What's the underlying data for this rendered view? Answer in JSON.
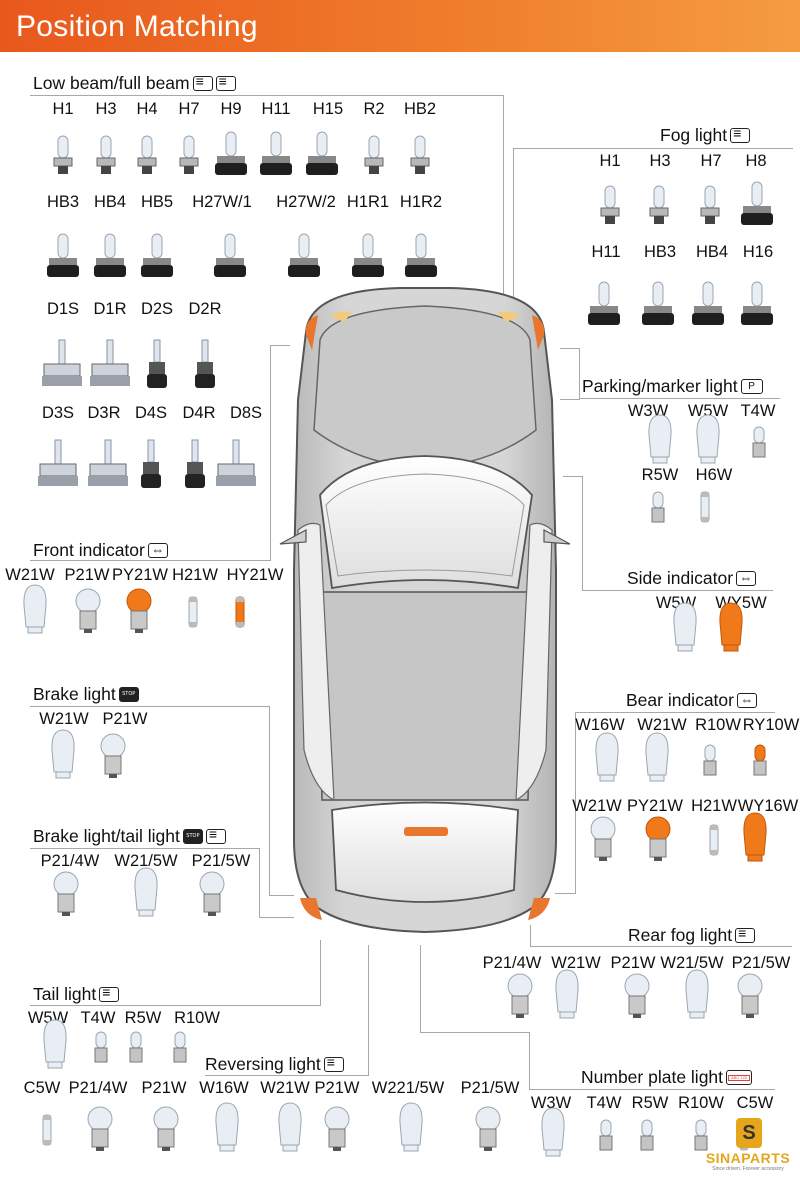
{
  "header": {
    "title": "Position Matching"
  },
  "sections": {
    "low_beam": {
      "title": "Low beam/full beam",
      "row1": [
        "H1",
        "H3",
        "H4",
        "H7",
        "H9",
        "H11",
        "H15",
        "R2",
        "HB2"
      ],
      "row2": [
        "HB3",
        "HB4",
        "HB5",
        "H27W/1",
        "H27W/2",
        "H1R1",
        "H1R2"
      ],
      "row3": [
        "D1S",
        "D1R",
        "D2S",
        "D2R"
      ],
      "row4": [
        "D3S",
        "D3R",
        "D4S",
        "D4R",
        "D8S"
      ]
    },
    "fog": {
      "title": "Fog light",
      "row1": [
        "H1",
        "H3",
        "H7",
        "H8"
      ],
      "row2": [
        "H11",
        "HB3",
        "HB4",
        "H16"
      ]
    },
    "parking": {
      "title": "Parking/marker light",
      "row1": [
        "W3W",
        "W5W",
        "T4W"
      ],
      "row2": [
        "R5W",
        "H6W"
      ]
    },
    "front_ind": {
      "title": "Front indicator",
      "row1": [
        "W21W",
        "P21W",
        "PY21W",
        "H21W",
        "HY21W"
      ]
    },
    "side_ind": {
      "title": "Side indicator",
      "row1": [
        "W5W",
        "WY5W"
      ]
    },
    "brake": {
      "title": "Brake light",
      "row1": [
        "W21W",
        "P21W"
      ]
    },
    "bear_ind": {
      "title": "Bear indicator",
      "row1": [
        "W16W",
        "W21W",
        "R10W",
        "RY10W"
      ],
      "row2": [
        "W21W",
        "PY21W",
        "H21W",
        "WY16W"
      ]
    },
    "brake_tail": {
      "title": "Brake light/tail light",
      "row1": [
        "P21/4W",
        "W21/5W",
        "P21/5W"
      ]
    },
    "rear_fog": {
      "title": "Rear fog light",
      "row1": [
        "P21/4W",
        "W21W",
        "P21W",
        "W21/5W",
        "P21/5W"
      ]
    },
    "tail": {
      "title": "Tail light",
      "row1": [
        "W5W",
        "T4W",
        "R5W",
        "R10W"
      ],
      "row2": [
        "C5W",
        "P21/4W",
        "P21W"
      ]
    },
    "reversing": {
      "title": "Reversing light",
      "row1": [
        "W16W",
        "W21W",
        "P21W",
        "W221/5W",
        "P21/5W"
      ]
    },
    "plate": {
      "title": "Number plate light",
      "row1": [
        "W3W",
        "T4W",
        "R5W",
        "R10W",
        "C5W"
      ]
    }
  },
  "logo": {
    "mark": "S",
    "name": "SINAPARTS",
    "tagline": "Since driven. Forever accessory"
  }
}
